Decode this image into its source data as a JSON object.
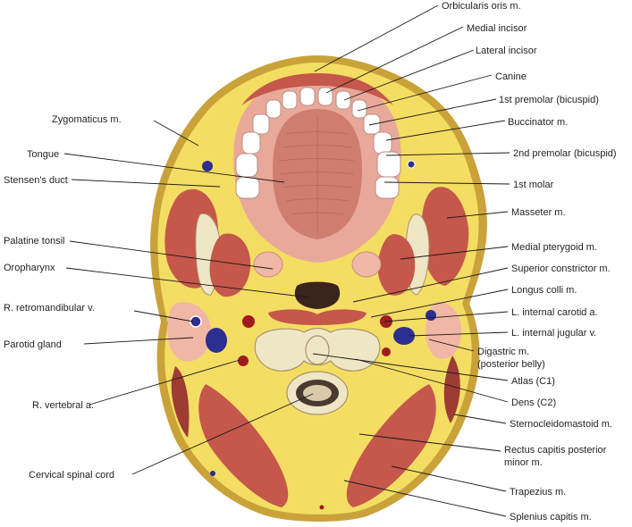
{
  "labels": {
    "orbicularis_oris": "Orbicularis oris m.",
    "medial_incisor": "Medial incisor",
    "lateral_incisor": "Lateral incisor",
    "canine": "Canine",
    "first_premolar": "1st premolar (bicuspid)",
    "buccinator": "Buccinator m.",
    "second_premolar": "2nd premolar (bicuspid)",
    "first_molar": "1st molar",
    "masseter": "Masseter m.",
    "medial_pterygoid": "Medial pterygoid m.",
    "superior_constrictor": "Superior constrictor m.",
    "longus_colli": "Longus colli m.",
    "l_internal_carotid": "L. internal carotid a.",
    "l_internal_jugular": "L. internal jugular v.",
    "digastric_line1": "Digastric m.",
    "digastric_line2": "(posterior belly)",
    "atlas": "Atlas (C1)",
    "dens": "Dens (C2)",
    "sternocleidomastoid": "Sternocleidomastoid m.",
    "rectus_line1": "Rectus capitis posterior",
    "rectus_line2": "minor m.",
    "trapezius": "Trapezius m.",
    "splenius": "Splenius capitis m.",
    "zygomaticus": "Zygomaticus m.",
    "tongue": "Tongue",
    "stensens_duct": "Stensen's duct",
    "palatine_tonsil": "Palatine tonsil",
    "oropharynx": "Oropharynx",
    "r_retromandibular": "R. retromandibular v.",
    "parotid_gland": "Parotid gland",
    "r_vertebral": "R. vertebral a.",
    "cervical_spinal_cord": "Cervical spinal cord"
  },
  "colors": {
    "skin": "#c9a33a",
    "fat": "#f4dd63",
    "muscle": "#c5574b",
    "muscle_dark": "#9e3b33",
    "mucosa": "#e9a99a",
    "tongue": "#cf7d6f",
    "tooth": "#ffffff",
    "bone": "#efe6c6",
    "bone_edge": "#a8946a",
    "gland": "#f0b7a6",
    "vein": "#2c2f8f",
    "artery": "#a11a1f",
    "airway": "#3a241c",
    "cord": "#4a3a30"
  }
}
